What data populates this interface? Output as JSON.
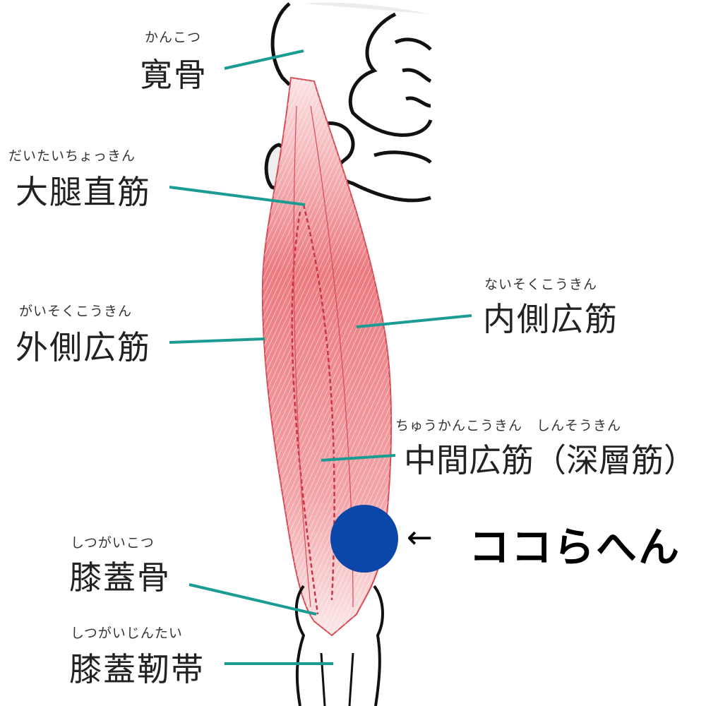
{
  "colors": {
    "leader": "#1a9c93",
    "muscle": "#e86a72",
    "marker": "#0a47a8"
  },
  "labels": [
    {
      "id": "ilium",
      "ruby": "かんこつ",
      "text": "寛骨"
    },
    {
      "id": "rectus-femoris",
      "ruby": "だいたいちょっきん",
      "text": "大腿直筋"
    },
    {
      "id": "vastus-lateralis",
      "ruby": "がいそくこうきん",
      "text": "外側広筋"
    },
    {
      "id": "vastus-medialis",
      "ruby": "ないそくこうきん",
      "text": "内側広筋"
    },
    {
      "id": "vastus-intermedius",
      "ruby": "ちゅうかんこうきん　しんそうきん",
      "text": "中間広筋（深層筋）"
    },
    {
      "id": "patella",
      "ruby": "しつがいこつ",
      "text": "膝蓋骨"
    },
    {
      "id": "patellar-ligament",
      "ruby": "しつがいじんたい",
      "text": "膝蓋靭帯"
    }
  ],
  "annotation": {
    "arrow": "←",
    "text": "ココらへん"
  }
}
